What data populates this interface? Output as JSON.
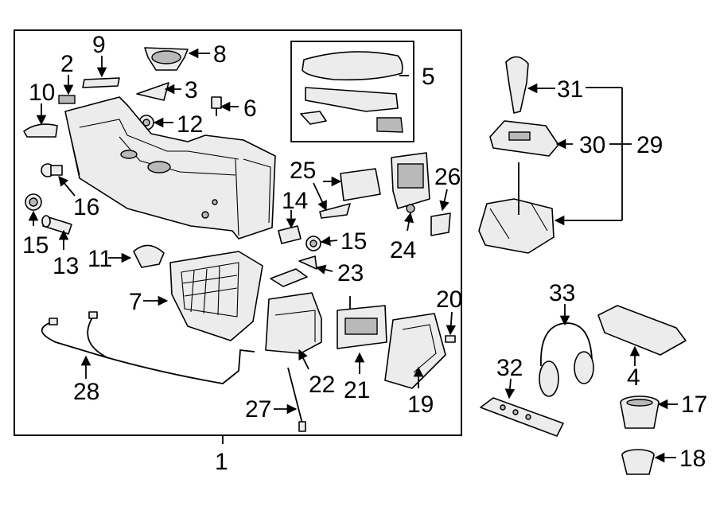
{
  "diagram": {
    "callouts": {
      "c1": "1",
      "c2": "2",
      "c3": "3",
      "c4": "4",
      "c5": "5",
      "c6": "6",
      "c7": "7",
      "c8": "8",
      "c9": "9",
      "c10": "10",
      "c11": "11",
      "c12": "12",
      "c13": "13",
      "c14": "14",
      "c15a": "15",
      "c15b": "15",
      "c16": "16",
      "c17": "17",
      "c18": "18",
      "c19": "19",
      "c20": "20",
      "c21": "21",
      "c22": "22",
      "c23": "23",
      "c24": "24",
      "c25": "25",
      "c26": "26",
      "c27": "27",
      "c28": "28",
      "c29": "29",
      "c30": "30",
      "c31": "31",
      "c32": "32",
      "c33": "33"
    }
  }
}
